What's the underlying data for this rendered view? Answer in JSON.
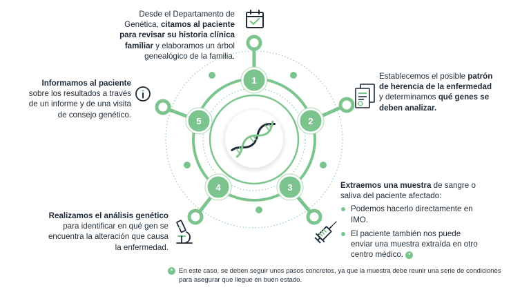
{
  "steps": [
    {
      "number": "1",
      "text_parts": [
        {
          "t": "Desde el Departamento de Genética, ",
          "b": false
        },
        {
          "t": "citamos al paciente para revisar su historia clínica familiar",
          "b": true
        },
        {
          "t": " y elaboramos un árbol genealógico de la familia.",
          "b": false
        }
      ]
    },
    {
      "number": "2",
      "text_parts": [
        {
          "t": "Establecemos el posible ",
          "b": false
        },
        {
          "t": "patrón de herencia de la enfermedad",
          "b": true
        },
        {
          "t": " y determinamos ",
          "b": false
        },
        {
          "t": "qué genes se deben analizar.",
          "b": true
        }
      ]
    },
    {
      "number": "3",
      "text_parts": [
        {
          "t": "Extraemos una muestra",
          "b": true
        },
        {
          "t": " de sangre o saliva del paciente afectado:",
          "b": false
        }
      ],
      "bullets": [
        "Podemos hacerlo directamente en IMO.",
        "El paciente también nos puede enviar una muestra extraída en otro centro médico."
      ],
      "bullet_mark": "*"
    },
    {
      "number": "4",
      "text_parts": [
        {
          "t": "Realizamos el análisis genético",
          "b": true
        },
        {
          "t": " para identificar en qué gen se encuentra la alteración que causa la enfermedad.",
          "b": false
        }
      ]
    },
    {
      "number": "5",
      "text_parts": [
        {
          "t": "Informamos al paciente",
          "b": true
        },
        {
          "t": " sobre los resultados a través de un informe y de una visita de consejo genético.",
          "b": false
        }
      ]
    }
  ],
  "footnote": {
    "mark": "*",
    "text": "En este caso, se deben seguir unos pasos concretos, ya que la muestra debe reunir una serie de condiciones para asegurar que llegue en buen estado."
  },
  "icons": [
    "calendar-check-icon",
    "documents-icon",
    "syringe-icon",
    "microscope-icon",
    "info-icon",
    "dna-icon"
  ],
  "colors": {
    "accent": "#7cc48d",
    "accent_light": "#a9d8b4",
    "text": "#1e2a35",
    "icon_stroke": "#1e2a35",
    "center_bg": "#ffffff"
  }
}
